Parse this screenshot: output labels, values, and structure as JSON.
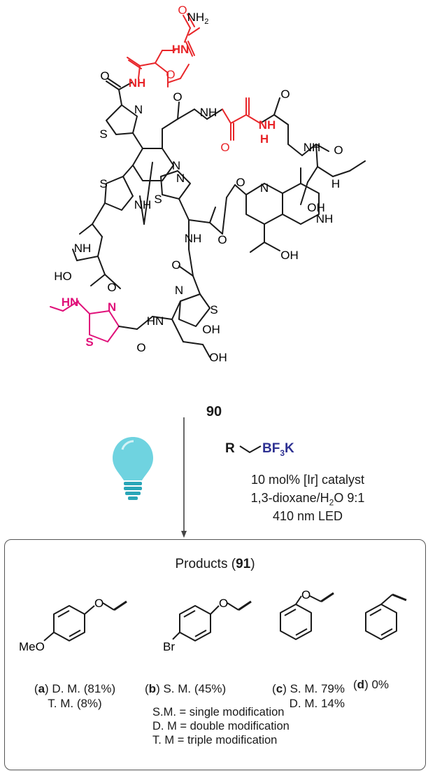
{
  "compound": {
    "number": "90",
    "atom_labels": {
      "nh2": "NH",
      "nh2_sub": "2",
      "hn": "HN",
      "nh": "NH",
      "o": "O",
      "n": "N",
      "s": "S",
      "h": "H",
      "oh": "OH",
      "ho": "HO"
    },
    "colors": {
      "modified": "#e8262a",
      "thiazoline": "#e0127a",
      "bond": "#1a1a1a"
    }
  },
  "reaction": {
    "reagent_r": "R",
    "reagent_bf3k": "BF",
    "reagent_bf3k_sub": "3",
    "reagent_k": "K",
    "reagent_color": "#2e3192",
    "condition_1": "10 mol% [Ir] catalyst",
    "condition_2": "1,3-dioxane/H",
    "condition_2_sub": "2",
    "condition_2_tail": "O 9:1",
    "condition_3": "410 nm LED",
    "light_icon": "lightbulb-icon",
    "light_color": "#6fd3e0"
  },
  "products": {
    "title_prefix": "Products (",
    "title_number": "91",
    "title_suffix": ")",
    "items": [
      {
        "letter": "a",
        "line1": "D. M. (81%)",
        "line2": "T. M. (8%)",
        "substituent": "MeO"
      },
      {
        "letter": "b",
        "line1": "S. M. (45%)",
        "line2": "",
        "substituent": "Br"
      },
      {
        "letter": "c",
        "line1": "S. M. 79%",
        "line2": "D. M. 14%",
        "substituent": ""
      },
      {
        "letter": "d",
        "line1": "0%",
        "line2": "",
        "substituent": ""
      }
    ],
    "legend": [
      "S.M. = single modification",
      "D. M = double modification",
      "T. M = triple modification"
    ]
  }
}
